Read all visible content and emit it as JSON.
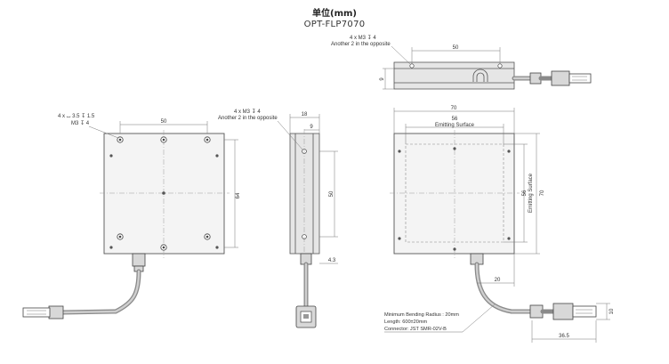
{
  "header": {
    "unit": "单位(mm)",
    "model": "OPT-FLP7070"
  },
  "front_view": {
    "callout_line1": "4 x ⌴ 3.5 ↧ 1.5",
    "callout_line2": "M3 ↧ 4",
    "dim_width": "50",
    "dim_height": "64"
  },
  "side_view": {
    "callout_line1": "4 x M3 ↧ 4",
    "callout_line2": "Another 2 in the opposite",
    "dim_depth": "18",
    "dim_inner": "9",
    "dim_height": "50",
    "dim_offset": "4.3"
  },
  "top_view": {
    "callout_line1": "4 x M3 ↧ 4",
    "callout_line2": "Another 2 in the opposite",
    "dim_width": "50",
    "dim_height": "9"
  },
  "back_view": {
    "dim_outer_width": "70",
    "dim_inner_width": "56",
    "emitting_label_top": "Emitting Surface",
    "dim_inner_height": "56",
    "emitting_label_side": "Emitting Surface",
    "dim_outer_height": "70",
    "dim_cable_offset": "20",
    "dim_connector_height": "10",
    "dim_connector_length": "36.5",
    "note_radius": "Minimum Bending Radius : 20mm",
    "note_length": "Length: 600±20mm",
    "note_connector": "Connector: JST SMR-02V-B"
  }
}
